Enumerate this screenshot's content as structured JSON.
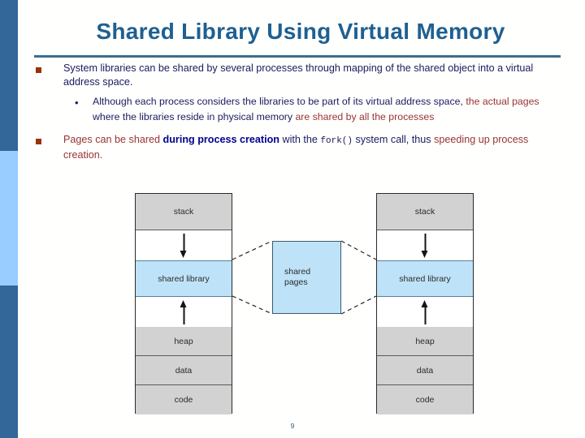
{
  "slide": {
    "title": "Shared Library Using Virtual Memory",
    "page_number": "9",
    "accent_title_color": "#1F6091",
    "rule_color": "#3A6E8F",
    "bullet_square_color": "#993300",
    "body_navy_color": "#1A1A5E",
    "body_red_color": "#993333",
    "emphasis_color": "#00008B",
    "sidebar_dark_color": "#336699",
    "sidebar_light_color": "#99CCFF"
  },
  "bullets": {
    "b1": {
      "marker": "square-bullet",
      "text": "System libraries can be shared by several processes through mapping of the shared object into a virtual address space."
    },
    "b1_sub": {
      "marker": "dot-bullet",
      "seg1": "Although each process considers the libraries to be part of its virtual address space, ",
      "seg2": "the actual pages",
      "seg3": " where the libraries reside in physical memory ",
      "seg4": "are shared by all the processes"
    },
    "b2": {
      "marker": "square-bullet",
      "seg1": "Pages can be shared ",
      "seg2": "during process creation",
      "seg3": " with the ",
      "seg4": "fork()",
      "seg5": " system call, thus ",
      "seg6": "speeding up process creation."
    }
  },
  "diagram": {
    "shared_pages_line1": "shared",
    "shared_pages_line2": "pages",
    "left_process": {
      "rows": [
        {
          "label": "stack",
          "kind": "gray"
        },
        {
          "label": "",
          "kind": "white",
          "arrow": "down"
        },
        {
          "label": "shared library",
          "kind": "blue"
        },
        {
          "label": "",
          "kind": "white",
          "arrow": "up"
        },
        {
          "label": "heap",
          "kind": "gray"
        },
        {
          "label": "data",
          "kind": "gray"
        },
        {
          "label": "code",
          "kind": "gray"
        }
      ]
    },
    "right_process": {
      "rows": [
        {
          "label": "stack",
          "kind": "gray"
        },
        {
          "label": "",
          "kind": "white",
          "arrow": "down"
        },
        {
          "label": "shared library",
          "kind": "blue"
        },
        {
          "label": "",
          "kind": "white",
          "arrow": "up"
        },
        {
          "label": "heap",
          "kind": "gray"
        },
        {
          "label": "data",
          "kind": "gray"
        },
        {
          "label": "code",
          "kind": "gray"
        }
      ]
    }
  }
}
